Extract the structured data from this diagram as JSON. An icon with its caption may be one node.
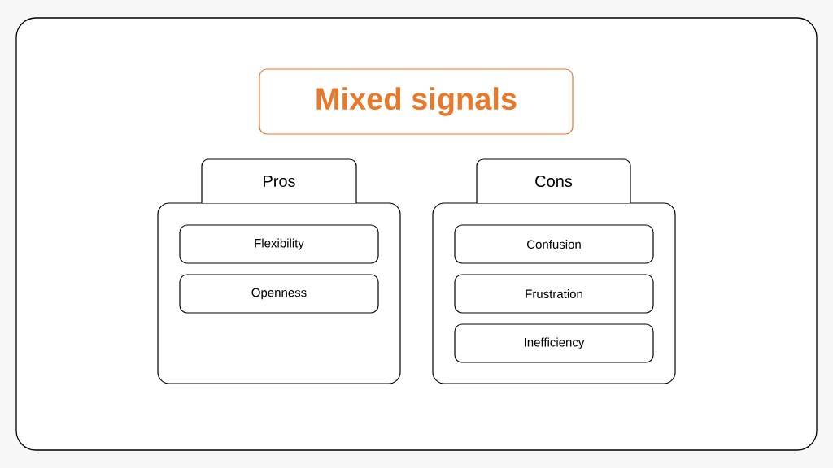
{
  "diagram": {
    "title": "Mixed signals",
    "nodes": [
      {
        "text": [
          "Pros"
        ]
      },
      {
        "text": [
          "Flexibility"
        ],
        "in": 0
      },
      {
        "text": [
          "Openness"
        ],
        "in": 0
      },
      {
        "text": [
          "Cons"
        ]
      },
      {
        "text": [
          "Confusion"
        ],
        "in": 3
      },
      {
        "text": [
          "Frustration"
        ],
        "in": 3
      },
      {
        "text": [
          "Inefficiency"
        ],
        "in": 3
      }
    ]
  }
}
